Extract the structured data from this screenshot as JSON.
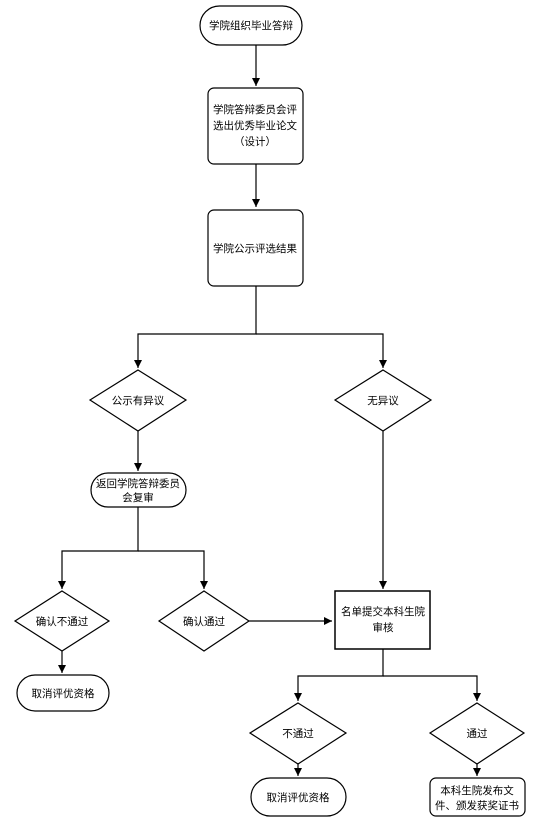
{
  "nodes": {
    "start": "学院组织毕业答辩",
    "committee_review": [
      "学院答辩委员会评",
      "选出优秀毕业论文",
      "（设计）"
    ],
    "publicize": "学院公示评选结果",
    "objection": "公示有异议",
    "no_objection": "无异议",
    "return_review": [
      "返回学院答辩委员",
      "会复审"
    ],
    "confirm_fail": "确认不通过",
    "confirm_pass": "确认通过",
    "cancel_left": "取消评优资格",
    "submit_list": [
      "名单提交本科生院",
      "审核"
    ],
    "fail": "不通过",
    "pass": "通过",
    "cancel_right": "取消评优资格",
    "issue_docs": [
      "本科生院发布文",
      "件、颁发获奖证书"
    ]
  }
}
